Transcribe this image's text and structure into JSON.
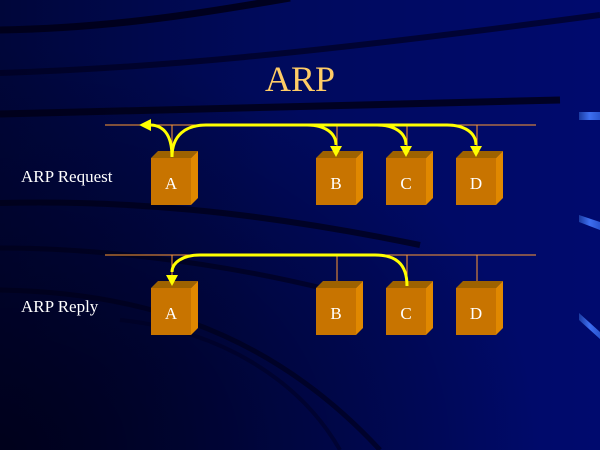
{
  "slide": {
    "title": "ARP",
    "colors": {
      "title": "#ffcc66",
      "bus": "#ff9933",
      "arrow": "#ffff00",
      "box_front": "#c87400",
      "box_top": "#9e6200",
      "box_side": "#e08800",
      "label": "#ffffff"
    }
  },
  "rows": [
    {
      "label": "ARP Request",
      "nodes": [
        "A",
        "B",
        "C",
        "D"
      ],
      "arrows": [
        {
          "from": "A",
          "to": "bus-left",
          "kind": "broadcast"
        },
        {
          "from": "A",
          "to": "B",
          "kind": "broadcast"
        },
        {
          "from": "A",
          "to": "C",
          "kind": "broadcast"
        },
        {
          "from": "A",
          "to": "D",
          "kind": "broadcast"
        }
      ]
    },
    {
      "label": "ARP Reply",
      "nodes": [
        "A",
        "B",
        "C",
        "D"
      ],
      "arrows": [
        {
          "from": "C",
          "to": "A",
          "kind": "unicast"
        }
      ]
    }
  ],
  "decorations": [
    "slide-accent-mark",
    "slide-accent-mark",
    "slide-accent-mark"
  ]
}
